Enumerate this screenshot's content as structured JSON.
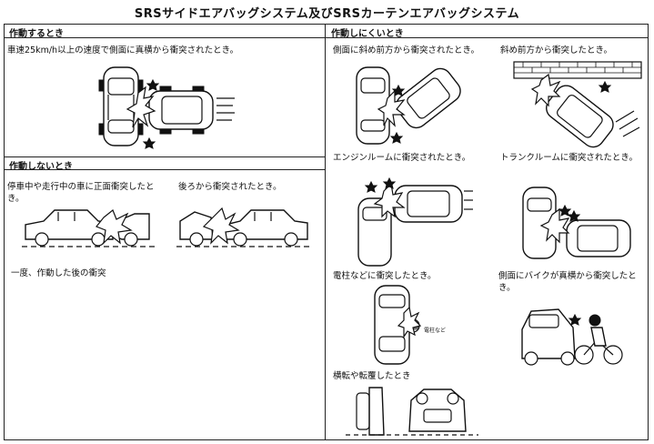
{
  "title": "SRSサイドエアバッグシステム及びSRSカーテンエアバッグシステム",
  "left": {
    "deploy": {
      "heading": "作動するとき",
      "caption": "車速25km/h以上の速度で側面に真横から衝突されたとき。"
    },
    "no_deploy": {
      "heading": "作動しないとき",
      "caption_front": "停車中や走行中の車に正面衝突したとき。",
      "caption_rear": "後ろから衝突されたとき。",
      "caption_once": "一度、作動した後の衝突"
    }
  },
  "right": {
    "heading": "作動しにくいとき",
    "caption_side_oblique": "側面に斜め前方から衝突されたとき。",
    "caption_oblique_front": "斜め前方から衝突したとき。",
    "caption_engine": "エンジンルームに衝突されたとき。",
    "caption_trunk": "トランクルームに衝突されたとき。",
    "caption_pole": "電柱などに衝突したとき。",
    "pole_label": "電柱など",
    "caption_bike": "側面にバイクが真横から衝突したとき。",
    "caption_rollover": "横転や転覆したとき"
  }
}
